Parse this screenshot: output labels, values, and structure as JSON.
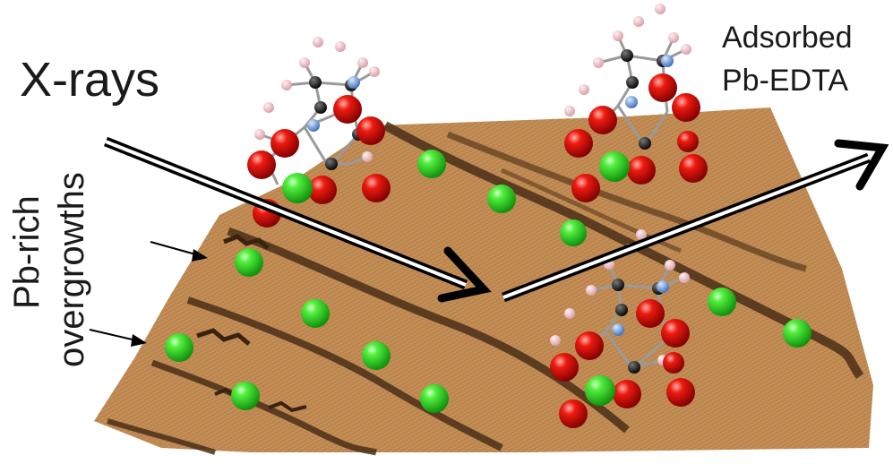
{
  "labels": {
    "xrays": "X-rays",
    "adsorbed": "Adsorbed",
    "pb_edta": "Pb-EDTA",
    "pb_rich": "Pb-rich",
    "overgrowths": "overgrowths"
  },
  "colors": {
    "surface_light": "#c8925a",
    "surface_mid": "#a86c38",
    "surface_dark": "#4a2f18",
    "pb_ion": "#33e030",
    "oxygen": "#e01010",
    "carbon": "#111111",
    "nitrogen": "#6a9ad8",
    "hydrogen": "#f2c0c8",
    "arrow": "#000000"
  }
}
